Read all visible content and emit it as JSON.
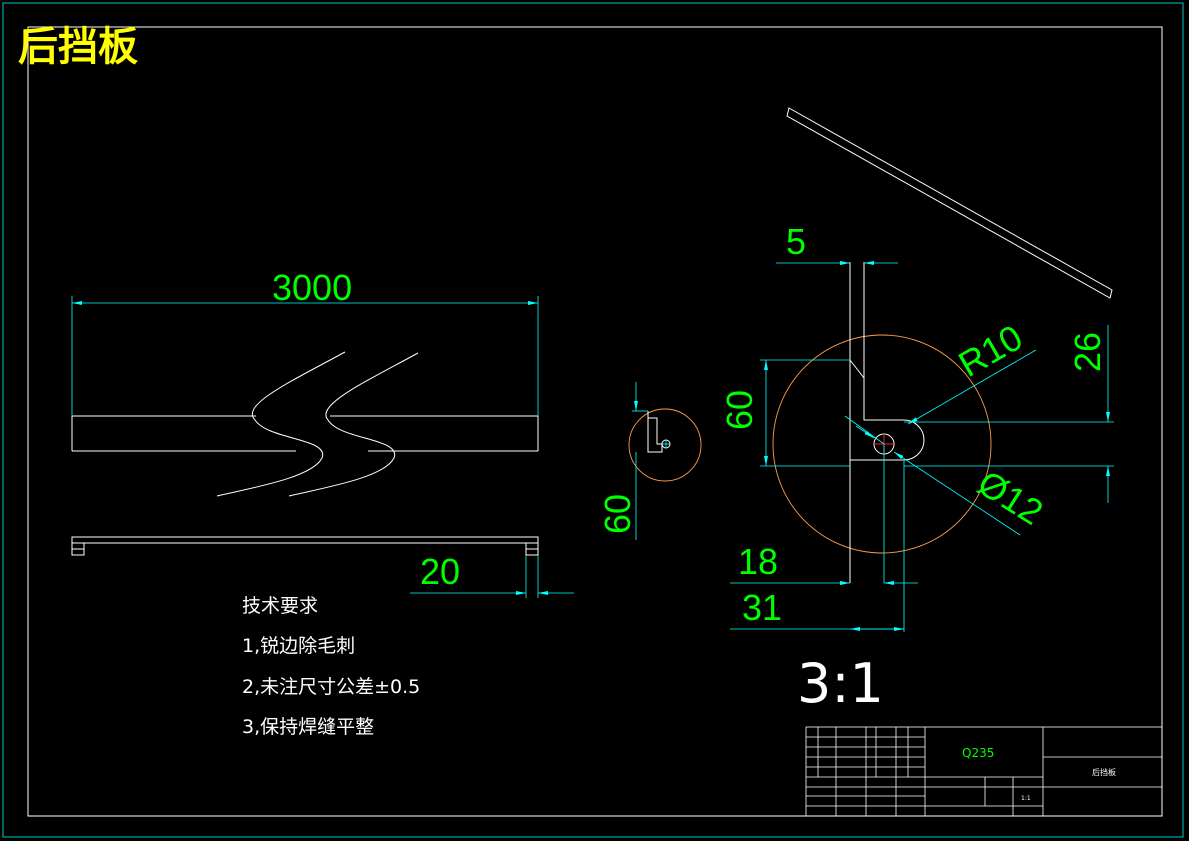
{
  "title": "后挡板",
  "scale_label": "3:1",
  "technical_requirements": {
    "heading": "技术要求",
    "items": [
      "1,锐边除毛刺",
      "2,未注尺寸公差±0.5",
      "3,保持焊缝平整"
    ]
  },
  "dimensions": {
    "length": "3000",
    "flange": "20",
    "detail_height": "60",
    "gap": "5",
    "height": "60",
    "radius": "R10",
    "offset": "26",
    "hole": "Ø12",
    "x1": "18",
    "x2": "31"
  },
  "title_block": {
    "material": "Q235",
    "part_name": "后挡板",
    "scale": "1:1"
  },
  "colors": {
    "frame": "#00c8c8",
    "dimension": "#00ffff",
    "dimension_text": "#00ff00",
    "title": "#ffff00",
    "detail_circle": "#ff9e4a",
    "center_mark": "#ff2020"
  }
}
